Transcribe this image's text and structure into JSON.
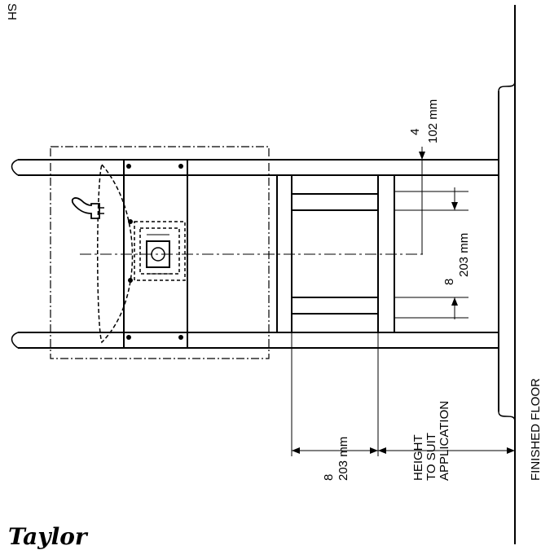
{
  "corner_text": "SH",
  "dimensions": {
    "top_clearance": {
      "inches": "4",
      "mm": "102 mm"
    },
    "bracket_spacing": {
      "inches": "8",
      "mm": "203 mm"
    },
    "lower_spacing": {
      "inches": "8",
      "mm": "203 mm"
    },
    "height_note": [
      "HEIGHT",
      "TO SUIT",
      "APPLICATION"
    ]
  },
  "floor_label": "FINISHED FLOOR",
  "brand": "Taylor"
}
